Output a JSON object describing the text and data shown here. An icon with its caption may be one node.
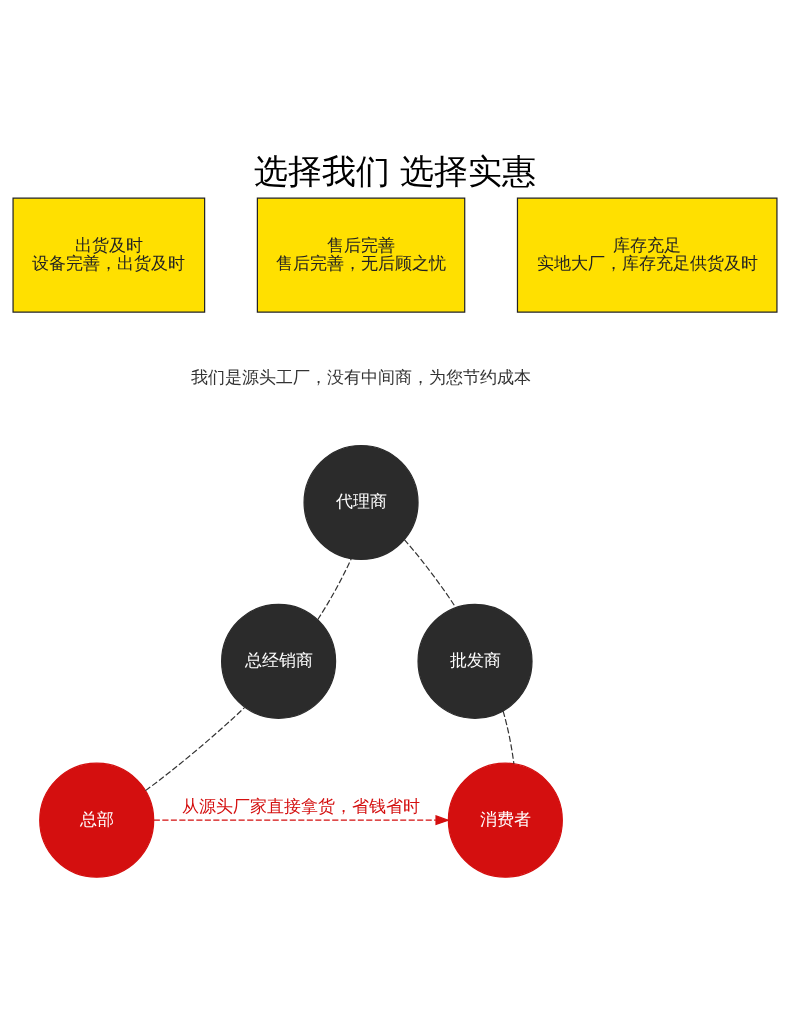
{
  "diagram": {
    "title": "选择我们 选择实惠",
    "nodes": [
      {
        "text": [
          "出货及时",
          "设备完善，出货及时"
        ]
      },
      {
        "text": [
          "售后完善",
          "售后完善，无后顾之忧"
        ]
      },
      {
        "text": [
          "库存充足",
          "实地大厂，库存充足供货及时"
        ]
      },
      {
        "text": [
          "总部"
        ]
      },
      {
        "text": [
          "总经销商"
        ]
      },
      {
        "text": [
          "代理商"
        ]
      },
      {
        "text": [
          "批发商"
        ]
      },
      {
        "text": [
          "消费者"
        ]
      }
    ],
    "edges": [
      {
        "from": 3,
        "to": 4,
        "arrow": "none",
        "style": "dashed"
      },
      {
        "from": 4,
        "to": 5,
        "arrow": "none",
        "style": "dashed"
      },
      {
        "from": 5,
        "to": 6,
        "arrow": "none",
        "style": "dashed"
      },
      {
        "from": 6,
        "to": 7,
        "arrow": "none",
        "style": "dashed"
      },
      {
        "from": 3,
        "to": 7,
        "arrow": "to",
        "style": "dashed",
        "color": "#d40f0f",
        "label": "从源头厂家直接拿货，省钱省时"
      }
    ],
    "labels": [
      "我们是源头工厂，没有中间商，为您节约成本"
    ]
  }
}
